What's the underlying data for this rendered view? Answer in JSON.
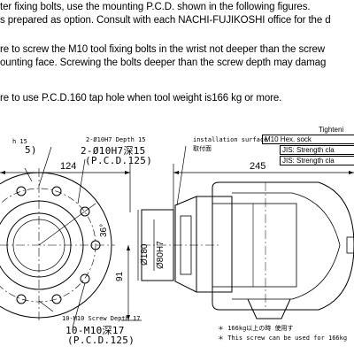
{
  "notes": {
    "line1": "ter fixing bolts, use the mounting P.C.D. shown in the following figures.",
    "line2": "s prepared as option. Consult with each NACHI-FUJIKOSHI office for the d",
    "line3": "re to screw the M10 tool fixing bolts in the wrist not deeper than the screw",
    "line4": "ounting face. Screwing the bolts deeper than the screw depth may damag",
    "line5": "re to use P.C.D.160 tap hole when tool weight is166 kg or more."
  },
  "drawing": {
    "labels": {
      "depth15_left": "h 15",
      "pcd_paren_left": "5)",
      "hole_spec_en": "2-Ø10H7 Depth 15",
      "hole_spec_jp": "2-Ø10H7深15",
      "hole_pcd": "(P.C.D.125)",
      "install_en": "installation surface",
      "install_jp": "取付面",
      "screw_en": "10-M10 Screw Depth 17",
      "screw_jp": "10-M10深17",
      "screw_pcd": "(P.C.D.125)",
      "note_weight": "＊ 166kg以上の時 使用す",
      "note_screw": "＊ This screw can be used for 166kg"
    },
    "dimensions": {
      "d124": "124",
      "d245": "245",
      "d36": "36°",
      "d91": "91",
      "d180": "Ø180",
      "d80": "Ø80H7"
    },
    "torque_table": {
      "title": "Tighteni",
      "subtitle": "M10 Hex. sock",
      "row1": "JIS: Strength cla",
      "row2": "JIS: Strength cla"
    }
  }
}
